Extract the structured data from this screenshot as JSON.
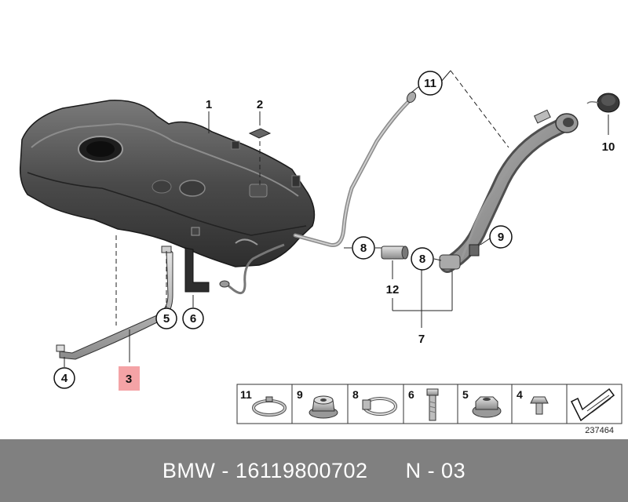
{
  "diagram": {
    "callouts": {
      "c1": "1",
      "c2": "2",
      "c3": "3",
      "c4": "4",
      "c5": "5",
      "c6": "6",
      "c7": "7",
      "c8a": "8",
      "c8b": "8",
      "c9": "9",
      "c10": "10",
      "c11": "11",
      "c12": "12"
    },
    "legend": [
      {
        "num": "11",
        "icon": "hose-clamp-icon"
      },
      {
        "num": "9",
        "icon": "collar-nut-icon"
      },
      {
        "num": "8",
        "icon": "clamp-icon"
      },
      {
        "num": "6",
        "icon": "bolt-icon"
      },
      {
        "num": "5",
        "icon": "hex-nut-icon"
      },
      {
        "num": "4",
        "icon": "screw-icon"
      },
      {
        "num": "",
        "icon": "arrow-icon"
      }
    ],
    "reference_number": "237464",
    "highlight_color": "#f4a3a6"
  },
  "footer": {
    "text": "BMW - 16119800702      N - 03"
  }
}
